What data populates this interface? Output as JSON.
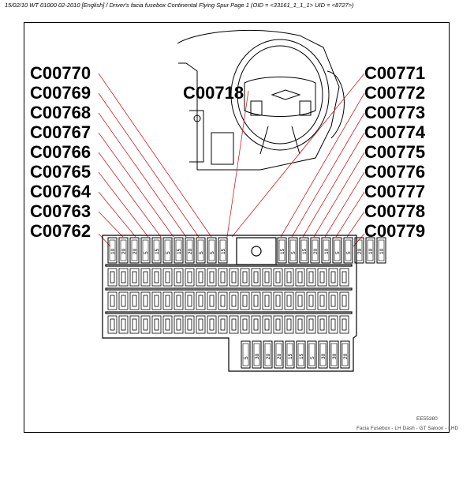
{
  "header": "15/02/10  WT 01000 02-2010 [English] / Driver's facia fusebox Continental Flying Spur  Page 1  (OID = <33161_1_1_1> UID = <8727>)",
  "callouts_left": [
    "C00770",
    "C00769",
    "C00768",
    "C00767",
    "C00766",
    "C00765",
    "C00764",
    "C00763",
    "C00762"
  ],
  "callout_center": "C00718",
  "callouts_right": [
    "C00771",
    "C00772",
    "C00773",
    "C00774",
    "C00775",
    "C00776",
    "C00777",
    "C00778",
    "C00779"
  ],
  "top_row_left_values": [
    "10",
    "20",
    "20",
    "5",
    "15",
    "5",
    "15",
    "20",
    "5",
    "5",
    "15"
  ],
  "top_row_right_values": [
    "15",
    "5",
    "15",
    "20",
    "10",
    "5",
    "5",
    "20",
    "10",
    "10"
  ],
  "lower_block_values": [
    "5",
    "30",
    "20",
    "20",
    "15",
    "15",
    "5",
    "30",
    "30",
    "20"
  ],
  "reference_code": "EE55380",
  "caption": "Facia Fusebox - LH Dash - GT Saloon - LHD",
  "colors": {
    "line": "#000000",
    "leader": "#d02020",
    "background": "#ffffff"
  }
}
